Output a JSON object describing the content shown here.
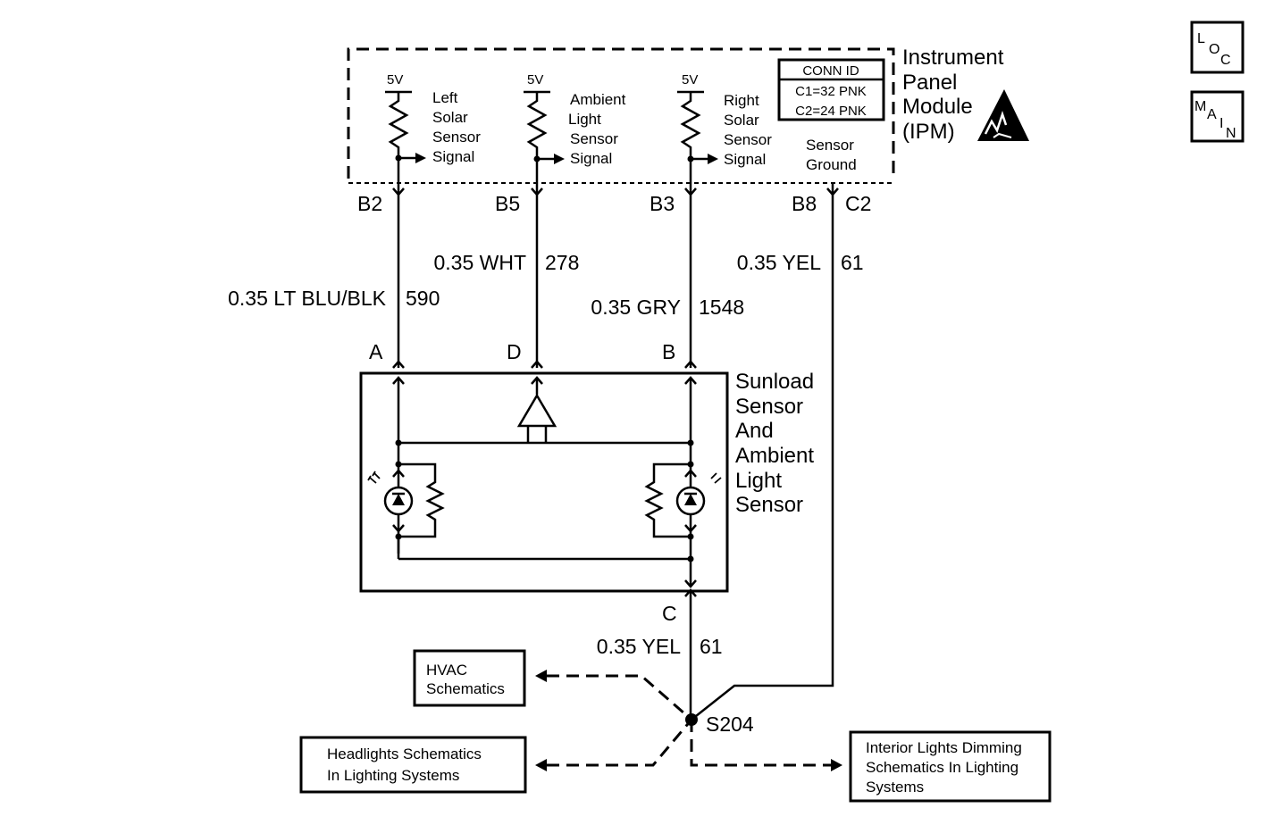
{
  "nav": {
    "loc_label": [
      "L",
      "O",
      "C"
    ],
    "main_label": [
      "M",
      "A",
      "I",
      "N"
    ]
  },
  "ipm": {
    "title_lines": [
      "Instrument",
      "Panel",
      "Module",
      "(IPM)"
    ],
    "conn_id": {
      "header": "CONN ID",
      "rows": [
        "C1=32 PNK",
        "C2=24 PNK"
      ]
    },
    "supply_label": "5V",
    "signals": {
      "left": [
        "Left",
        "Solar",
        "Sensor",
        "Signal"
      ],
      "ambient": [
        "Ambient",
        "Light",
        "Sensor",
        "Signal"
      ],
      "right": [
        "Right",
        "Solar",
        "Sensor",
        "Signal"
      ],
      "ground": [
        "Sensor",
        "Ground"
      ]
    },
    "pins": {
      "b2": "B2",
      "b5": "B5",
      "b3": "B3",
      "b8": "B8",
      "c2": "C2"
    }
  },
  "wires": {
    "left": {
      "gauge_color": "0.35 LT BLU/BLK",
      "circuit": "590"
    },
    "ambient": {
      "gauge_color": "0.35 WHT",
      "circuit": "278"
    },
    "right": {
      "gauge_color": "0.35 GRY",
      "circuit": "1548"
    },
    "ground": {
      "gauge_color": "0.35 YEL",
      "circuit": "61"
    },
    "sensor_ground": {
      "gauge_color": "0.35 YEL",
      "circuit": "61"
    }
  },
  "sensor": {
    "title_lines": [
      "Sunload",
      "Sensor",
      "And",
      "Ambient",
      "Light",
      "Sensor"
    ],
    "pins": {
      "a": "A",
      "d": "D",
      "b": "B",
      "c": "C"
    }
  },
  "splice": {
    "label": "S204"
  },
  "references": {
    "hvac": [
      "HVAC",
      "Schematics"
    ],
    "headlights": [
      "Headlights Schematics",
      "In Lighting Systems"
    ],
    "interior": [
      "Interior Lights Dimming",
      "Schematics In Lighting",
      "Systems"
    ]
  }
}
